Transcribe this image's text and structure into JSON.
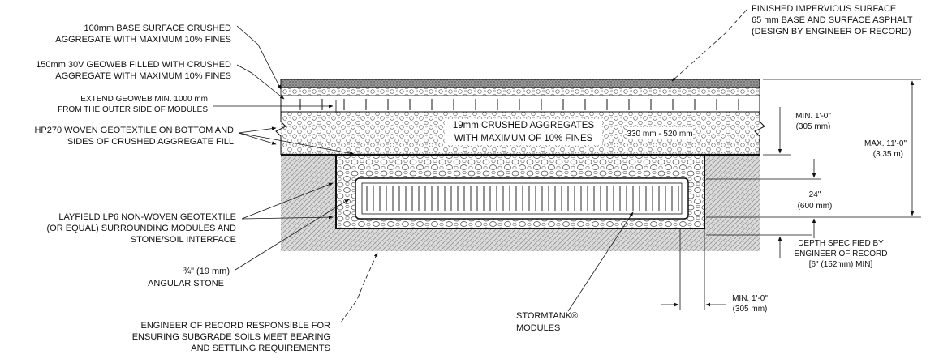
{
  "labels": {
    "base_surface": [
      "100mm BASE SURFACE CRUSHED",
      "AGGREGATE WITH MAXIMUM 10% FINES"
    ],
    "geoweb": [
      "150mm 30V GEOWEB FILLED WITH CRUSHED",
      "AGGREGATE WITH MAXIMUM 10% FINES"
    ],
    "extend_geoweb": [
      "EXTEND GEOWEB MIN. 1000 mm",
      "FROM THE OUTER SIDE OF MODULES"
    ],
    "hp270": [
      "HP270 WOVEN GEOTEXTILE ON BOTTOM AND",
      "SIDES OF CRUSHED AGGREGATE FILL"
    ],
    "layfield": [
      "LAYFIELD LP6 NON-WOVEN GEOTEXTILE",
      "(OR EQUAL) SURROUNDING MODULES AND",
      "STONE/SOIL INTERFACE"
    ],
    "angular_stone": [
      "¾\" (19 mm)",
      "ANGULAR STONE"
    ],
    "engineer_subgrade": [
      "ENGINEER OF RECORD RESPONSIBLE FOR",
      "ENSURING SUBGRADE SOILS MEET BEARING",
      "AND SETTLING REQUIREMENTS"
    ],
    "stormtank": [
      "STORMTANK®",
      "MODULES"
    ],
    "finished_surface": [
      "FINISHED IMPERVIOUS SURFACE",
      "65 mm BASE AND SURFACE ASPHALT",
      "(DESIGN BY ENGINEER OF RECORD)"
    ],
    "crushed_aggregates": [
      "19mm CRUSHED AGGREGATES",
      "WITH MAXIMUM OF 10% FINES"
    ],
    "thickness_range": "330 mm - 520 mm"
  },
  "dimensions": {
    "min_cover": [
      "MIN. 1'-0\"",
      "(305 mm)"
    ],
    "max_depth": [
      "MAX. 11'-0\"",
      "(3.35 m)"
    ],
    "module_height": [
      "24\"",
      "(600 mm)"
    ],
    "depth_specified": [
      "DEPTH SPECIFIED BY",
      "ENGINEER OF RECORD",
      "[6\" (152mm) MIN]"
    ],
    "min_side": [
      "MIN. 1'-0\"",
      "(305 mm)"
    ]
  },
  "colors": {
    "line": "#111111",
    "soil_fill": "#d9d9d9",
    "aggregate_fill": "#ffffff",
    "asphalt_fill": "#8a8a8a"
  }
}
